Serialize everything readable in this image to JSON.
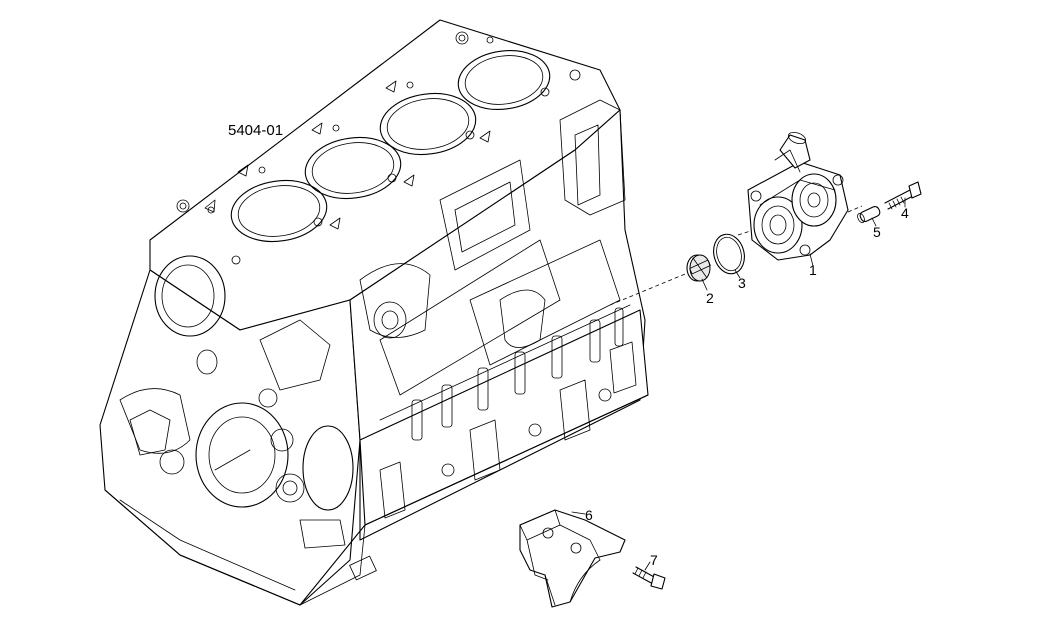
{
  "diagram": {
    "reference": "5404-01",
    "callouts": [
      {
        "id": "1",
        "text": "1"
      },
      {
        "id": "2",
        "text": "2"
      },
      {
        "id": "3",
        "text": "3"
      },
      {
        "id": "4",
        "text": "4"
      },
      {
        "id": "5",
        "text": "5"
      },
      {
        "id": "6",
        "text": "6"
      },
      {
        "id": "7",
        "text": "7"
      }
    ]
  }
}
